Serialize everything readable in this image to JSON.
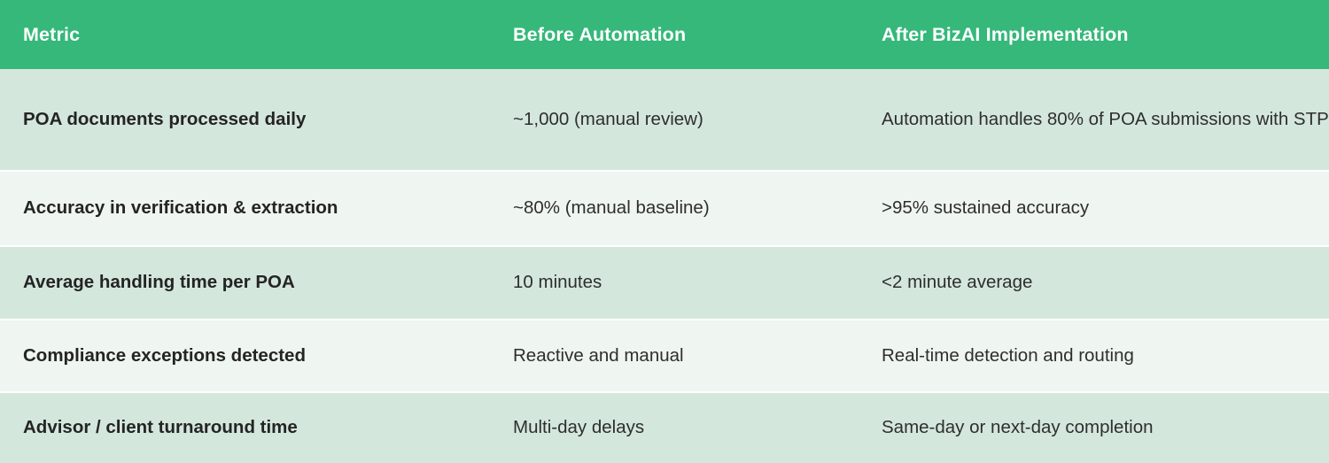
{
  "table": {
    "accent_color": "#35b87a",
    "row_shaded_color": "#d4e7dd",
    "row_plain_color": "#eff5f1",
    "header_text_color": "#ffffff",
    "body_text_color": "#2e2e2e",
    "columns": [
      {
        "key": "metric",
        "label": "Metric"
      },
      {
        "key": "before",
        "label": "Before Automation"
      },
      {
        "key": "after",
        "label": "After BizAI Implementation"
      }
    ],
    "rows": [
      {
        "metric": "POA documents processed daily",
        "before": "~1,000 (manual review)",
        "after": "Automation handles 80% of POA submissions with STP"
      },
      {
        "metric": "Accuracy in verification & extraction",
        "before": "~80% (manual baseline)",
        "after": ">95% sustained accuracy"
      },
      {
        "metric": "Average handling time per POA",
        "before": "10 minutes",
        "after": "<2 minute average"
      },
      {
        "metric": "Compliance exceptions detected",
        "before": "Reactive and manual",
        "after": "Real-time detection and routing"
      },
      {
        "metric": "Advisor / client turnaround time",
        "before": "Multi-day delays",
        "after": "Same-day or next-day completion"
      }
    ]
  }
}
